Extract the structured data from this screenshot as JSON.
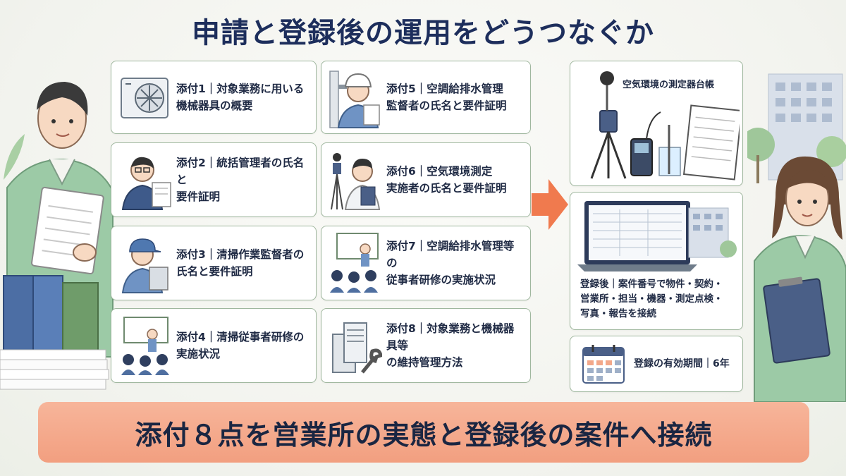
{
  "title": "申請と登録後の運用をどうつなぐか",
  "attachments": [
    {
      "line1": "添付1｜対象業務に用いる",
      "line2": "機械器具の概要"
    },
    {
      "line1": "添付2｜統括管理者の氏名と",
      "line2": "要件証明"
    },
    {
      "line1": "添付3｜清掃作業監督者の",
      "line2": "氏名と要件証明"
    },
    {
      "line1": "添付4｜清掃従事者研修の",
      "line2": "実施状況"
    },
    {
      "line1": "添付5｜空調給排水管理",
      "line2": "監督者の氏名と要件証明"
    },
    {
      "line1": "添付6｜空気環境測定",
      "line2": "実施者の氏名と要件証明"
    },
    {
      "line1": "添付7｜空調給排水管理等の",
      "line2": "従事者研修の実施状況"
    },
    {
      "line1": "添付8｜対象業務と機械器具等",
      "line2": "の維持管理方法"
    }
  ],
  "right_panel": {
    "ledger": "空気環境の測定器台帳",
    "post_registration": {
      "line1": "登録後｜案件番号で物件・契約・",
      "line2": "営業所・担当・機器・測定点検・",
      "line3": "写真・報告を接続"
    },
    "validity": "登録の有効期間｜6年"
  },
  "banner": "添付８点を営業所の実態と登録後の案件へ接続",
  "colors": {
    "title": "#1d2e5c",
    "card_border": "#9fb79e",
    "banner": "#f29f80",
    "arrow": "#f07a4e",
    "uniform": "#9ccaa6"
  }
}
